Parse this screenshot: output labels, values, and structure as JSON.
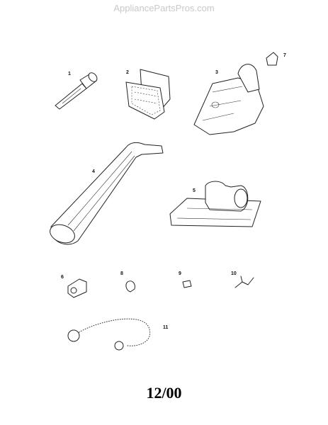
{
  "watermark": "AppliancePartsPros.com",
  "footer": {
    "date_code": "12/00"
  },
  "parts": [
    {
      "label": "1",
      "icon": "crevice-tool-icon"
    },
    {
      "label": "2",
      "icon": "filter-icon"
    },
    {
      "label": "3",
      "icon": "hand-vacuum-body-icon"
    },
    {
      "label": "4",
      "icon": "extension-wand-icon"
    },
    {
      "label": "5",
      "icon": "power-nozzle-icon"
    },
    {
      "label": "6",
      "icon": "motor-assembly-icon"
    },
    {
      "label": "7",
      "icon": "latch-icon"
    },
    {
      "label": "8",
      "icon": "clip-icon"
    },
    {
      "label": "9",
      "icon": "switch-icon"
    },
    {
      "label": "10",
      "icon": "spring-clip-icon"
    },
    {
      "label": "11",
      "icon": "hose-icon"
    }
  ]
}
